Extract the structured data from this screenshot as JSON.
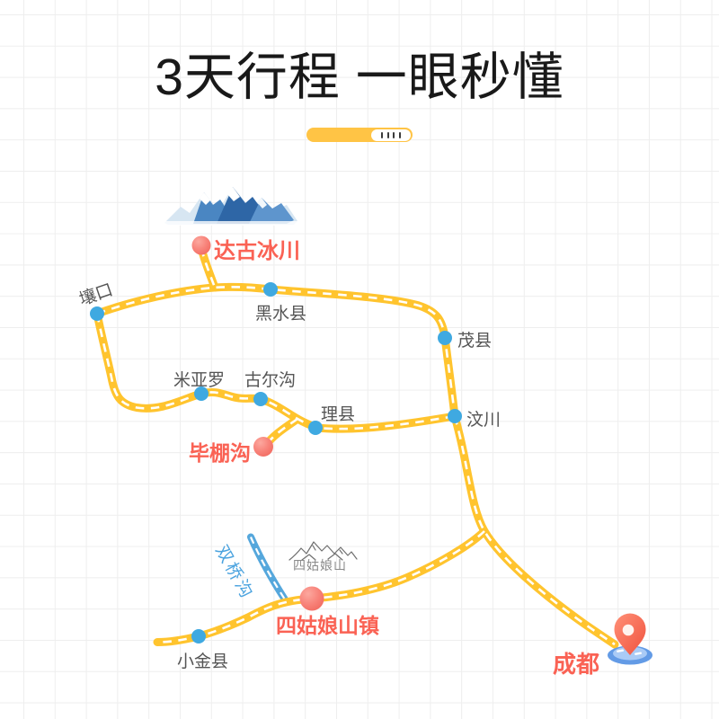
{
  "title": "3天行程 一眼秒懂",
  "progress_indicator": {
    "tick_count": 4,
    "fill_color": "#FFC445",
    "thumb_color": "#FFFFFF"
  },
  "colors": {
    "road_yellow": "#FFC42E",
    "road_dash_white": "#FFFFFF",
    "waypoint_blue": "#3FA9E1",
    "highlight_red": "#FA6254",
    "label_gray": "#555555",
    "valley_road_blue": "#55A7DC",
    "grid_line": "#EEEEEE"
  },
  "map": {
    "cities": {
      "rangkou": "壤口",
      "heishui": "黑水县",
      "maoxian": "茂县",
      "miyaluo": "米亚罗",
      "guergou": "古尔沟",
      "lixian": "理县",
      "wenchuan": "汶川",
      "xiaojin": "小金县"
    },
    "highlights": {
      "dagu_glacier": "达古冰川",
      "bipenggou": "毕棚沟",
      "siguniang_town": "四姑娘山镇",
      "chengdu": "成都"
    },
    "features": {
      "shuangqiaogou": "双桥沟",
      "siguniang_mountain": "四姑娘山"
    },
    "icons": {
      "glacier": "glacier-mountains-illustration",
      "siguniang_sketch": "mountain-line-sketch",
      "chengdu_pin": "location-pin-3d"
    }
  }
}
